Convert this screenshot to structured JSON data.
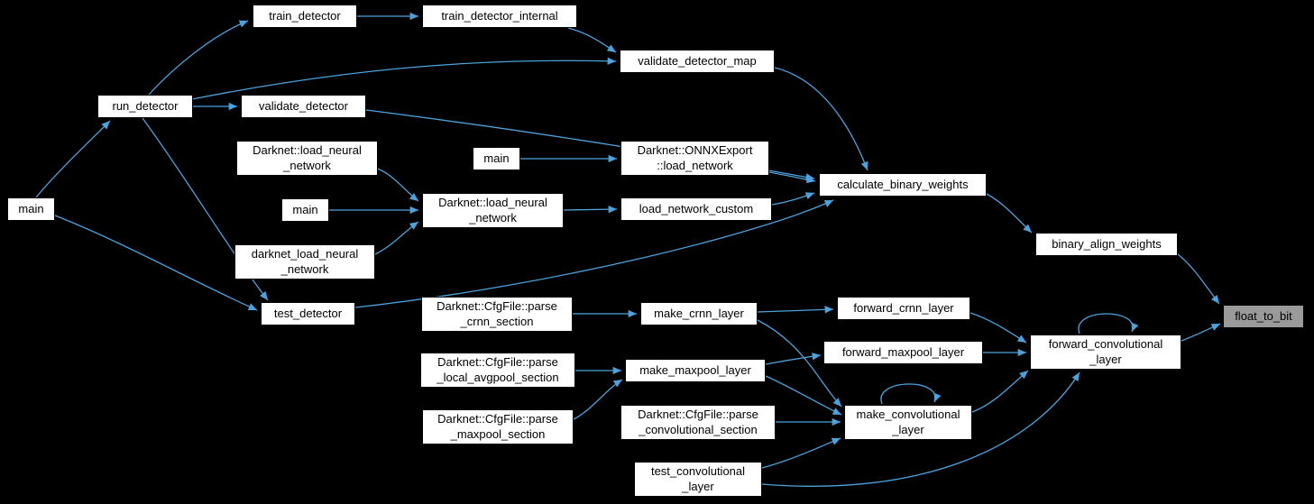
{
  "diagram": {
    "type": "call-graph",
    "highlighted_node": "float_to_bit",
    "colors": {
      "background": "#000000",
      "edge": "#4da2dc",
      "node_fill": "#ffffff",
      "node_border": "#000000",
      "node_text": "#000000",
      "highlight_fill": "#9a9a9a"
    },
    "nodes": [
      {
        "id": "train_detector",
        "label": "train_detector"
      },
      {
        "id": "train_detector_internal",
        "label": "train_detector_internal"
      },
      {
        "id": "validate_detector_map",
        "label": "validate_detector_map"
      },
      {
        "id": "run_detector",
        "label": "run_detector"
      },
      {
        "id": "validate_detector",
        "label": "validate_detector"
      },
      {
        "id": "main_1",
        "label": "main"
      },
      {
        "id": "load_neural_network_a",
        "label": "Darknet::load_neural\n_network"
      },
      {
        "id": "main_2",
        "label": "main"
      },
      {
        "id": "onnx_load_network",
        "label": "Darknet::ONNXExport\n::load_network"
      },
      {
        "id": "calculate_binary_weights",
        "label": "calculate_binary_weights"
      },
      {
        "id": "main_3",
        "label": "main"
      },
      {
        "id": "load_neural_network_b",
        "label": "Darknet::load_neural\n_network"
      },
      {
        "id": "load_network_custom",
        "label": "load_network_custom"
      },
      {
        "id": "darknet_load_neural_network",
        "label": "darknet_load_neural\n_network"
      },
      {
        "id": "binary_align_weights",
        "label": "binary_align_weights"
      },
      {
        "id": "test_detector",
        "label": "test_detector"
      },
      {
        "id": "parse_crnn_section",
        "label": "Darknet::CfgFile::parse\n_crnn_section"
      },
      {
        "id": "make_crnn_layer",
        "label": "make_crnn_layer"
      },
      {
        "id": "forward_crnn_layer",
        "label": "forward_crnn_layer"
      },
      {
        "id": "float_to_bit",
        "label": "float_to_bit",
        "highlighted": true
      },
      {
        "id": "forward_maxpool_layer",
        "label": "forward_maxpool_layer"
      },
      {
        "id": "forward_convolutional_layer",
        "label": "forward_convolutional\n_layer"
      },
      {
        "id": "parse_local_avgpool_section",
        "label": "Darknet::CfgFile::parse\n_local_avgpool_section"
      },
      {
        "id": "make_maxpool_layer",
        "label": "make_maxpool_layer"
      },
      {
        "id": "parse_maxpool_section",
        "label": "Darknet::CfgFile::parse\n_maxpool_section"
      },
      {
        "id": "parse_convolutional_section",
        "label": "Darknet::CfgFile::parse\n_convolutional_section"
      },
      {
        "id": "make_convolutional_layer",
        "label": "make_convolutional\n_layer"
      },
      {
        "id": "test_convolutional_layer",
        "label": "test_convolutional\n_layer"
      }
    ],
    "edges": [
      {
        "from": "train_detector",
        "to": "train_detector_internal"
      },
      {
        "from": "train_detector_internal",
        "to": "validate_detector_map"
      },
      {
        "from": "run_detector",
        "to": "train_detector"
      },
      {
        "from": "run_detector",
        "to": "validate_detector"
      },
      {
        "from": "run_detector",
        "to": "validate_detector_map"
      },
      {
        "from": "main_1",
        "to": "run_detector"
      },
      {
        "from": "main_1",
        "to": "test_detector"
      },
      {
        "from": "run_detector",
        "to": "test_detector"
      },
      {
        "from": "validate_detector_map",
        "to": "calculate_binary_weights"
      },
      {
        "from": "validate_detector",
        "to": "calculate_binary_weights"
      },
      {
        "from": "load_neural_network_a",
        "to": "load_neural_network_b"
      },
      {
        "from": "main_2",
        "to": "onnx_load_network"
      },
      {
        "from": "onnx_load_network",
        "to": "calculate_binary_weights"
      },
      {
        "from": "main_3",
        "to": "load_neural_network_b"
      },
      {
        "from": "load_neural_network_b",
        "to": "load_network_custom"
      },
      {
        "from": "load_network_custom",
        "to": "calculate_binary_weights"
      },
      {
        "from": "darknet_load_neural_network",
        "to": "load_neural_network_b"
      },
      {
        "from": "test_detector",
        "to": "calculate_binary_weights"
      },
      {
        "from": "calculate_binary_weights",
        "to": "binary_align_weights"
      },
      {
        "from": "binary_align_weights",
        "to": "float_to_bit"
      },
      {
        "from": "parse_crnn_section",
        "to": "make_crnn_layer"
      },
      {
        "from": "make_crnn_layer",
        "to": "forward_crnn_layer"
      },
      {
        "from": "forward_crnn_layer",
        "to": "forward_convolutional_layer"
      },
      {
        "from": "make_crnn_layer",
        "to": "make_convolutional_layer"
      },
      {
        "from": "parse_local_avgpool_section",
        "to": "make_maxpool_layer"
      },
      {
        "from": "parse_maxpool_section",
        "to": "make_maxpool_layer"
      },
      {
        "from": "make_maxpool_layer",
        "to": "forward_maxpool_layer"
      },
      {
        "from": "make_maxpool_layer",
        "to": "make_convolutional_layer"
      },
      {
        "from": "forward_maxpool_layer",
        "to": "forward_convolutional_layer"
      },
      {
        "from": "forward_convolutional_layer",
        "to": "float_to_bit"
      },
      {
        "from": "parse_convolutional_section",
        "to": "make_convolutional_layer"
      },
      {
        "from": "make_convolutional_layer",
        "to": "forward_convolutional_layer"
      },
      {
        "from": "test_convolutional_layer",
        "to": "make_convolutional_layer"
      },
      {
        "from": "test_convolutional_layer",
        "to": "forward_convolutional_layer"
      },
      {
        "from": "forward_convolutional_layer",
        "to": "forward_convolutional_layer"
      },
      {
        "from": "make_convolutional_layer",
        "to": "make_convolutional_layer"
      }
    ]
  }
}
